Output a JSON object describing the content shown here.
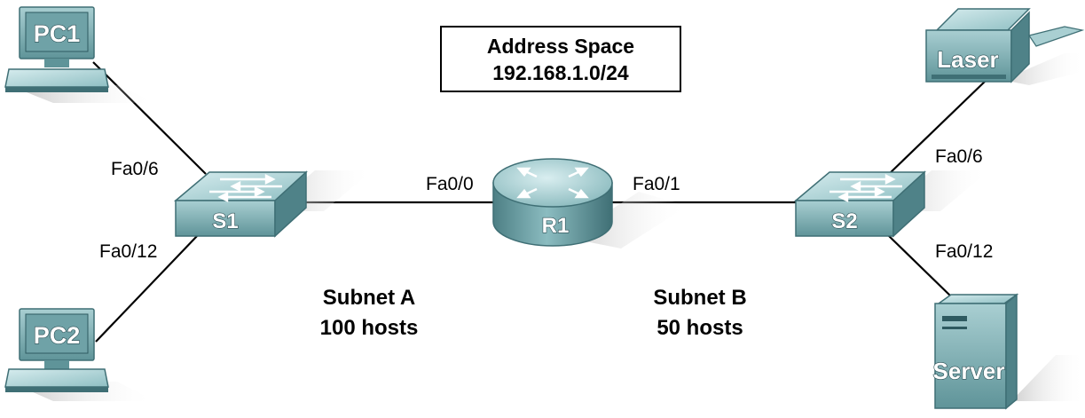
{
  "address_space": {
    "line1": "Address Space",
    "line2": "192.168.1.0/24"
  },
  "devices": {
    "pc1": "PC1",
    "pc2": "PC2",
    "s1": "S1",
    "r1": "R1",
    "s2": "S2",
    "laser": "Laser",
    "server": "Server"
  },
  "interfaces": {
    "s1_pc1": "Fa0/6",
    "s1_pc2": "Fa0/12",
    "r1_s1": "Fa0/0",
    "r1_s2": "Fa0/1",
    "s2_laser": "Fa0/6",
    "s2_server": "Fa0/12"
  },
  "subnets": {
    "a_name": "Subnet A",
    "a_hosts": "100 hosts",
    "b_name": "Subnet B",
    "b_hosts": "50 hosts"
  },
  "colors": {
    "device_face": "#7fb0b4",
    "device_dark": "#3f6f75",
    "device_light": "#b7d6d8",
    "link": "#000000"
  }
}
